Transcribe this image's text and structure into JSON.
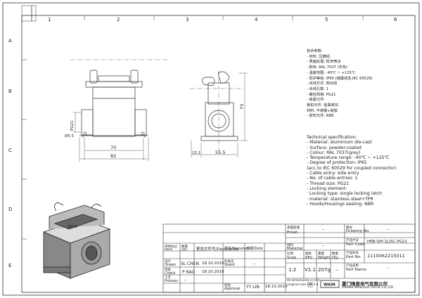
{
  "frame": {
    "columns_top": [
      "1",
      "2",
      "3",
      "4",
      "5",
      "6"
    ],
    "rows_side": [
      "A",
      "B",
      "C",
      "D",
      "E"
    ]
  },
  "dimensions": {
    "width_inner": "70",
    "width_outer": "82",
    "side_width": "55.5",
    "base_height": "15.1",
    "height": "73",
    "thread": "PG21",
    "hole": "Ø5.5"
  },
  "spec_cn": {
    "lines": [
      "技术参数:",
      "- 材料: 压铸铝",
      "- 表面处理: 粉末喷涂",
      "- 颜色: RAL 7037 (灰色)",
      "- 温度范围: -40℃ ~ +125℃",
      "- 防护等级: IP65 (锁键状态,IEC 60529)",
      "- 出线方式: 侧出线",
      "- 出线孔数: 1",
      "- 螺纹规格: PG21",
      "- 锁紧元件:",
      "    锁扣元件: 金属单扣",
      "    材料: 不锈钢+胶胶",
      "- 密封元件: NBR"
    ]
  },
  "spec_en": {
    "lines": [
      "Technical specification:",
      "- Material: aluminium die-cast",
      "- Surface: powder-coated",
      "- Colour: RAL 7037(grey)",
      "- Temperature range: -40℃ ~ +125℃",
      "- Degree of protection: IP65",
      "  (acc.to IEC 60529 for coupled connector)",
      "- Cable entry: side entry",
      "- No. of cable entries: 1",
      "- Thread size: PG21",
      "- Locking element:",
      "    · Locking type: single locking latch",
      "    · material: stainless steel+TPR",
      "- Hoods/Housings sealing: NBR"
    ]
  },
  "title_block": {
    "finish_cn": "表面处理",
    "finish_en": "Finish",
    "finish_value": "–",
    "material_cn": "材料",
    "material_en": "Material",
    "material_value": "–",
    "drawing_no_cn": "图号",
    "drawing_no_en": "Drawing No.",
    "drawing_no_value": "–",
    "part_code_cn": "产品代号",
    "part_code_en": "Part Code",
    "part_code_value": "H6B-SIH-1L/SC-PG21",
    "part_no_cn": "产品料号",
    "part_no_en": "Part No.",
    "part_no_value": "1110062215011",
    "part_name_cn": "产品名称",
    "part_name_en": "Part Name",
    "part_name_value": "–",
    "rev_cn": "修改标记",
    "rev_en": "Mark",
    "qty_cn": "数量",
    "qty_en": "Qty.",
    "change_doc_cn": "更改文件号/Description",
    "sign_cn": "签名/Signature",
    "date_cn": "日期/Date",
    "drawn_cn": "设计",
    "drawn_en": "Drawn",
    "drawn_name": "SL CHEN",
    "drawn_date": "18.10.2010",
    "check_cn": "审核",
    "check_en": "Check",
    "check_name": "P RAO",
    "check_date": "18.10.2010",
    "process_cn": "工艺",
    "process_en": "Process",
    "process_name": "–",
    "stand_cn": "标准化",
    "stand_en": "Stand",
    "stand_value": "–",
    "approval_cn": "批准",
    "approval_en": "Approval",
    "approval_name": "YY LIN",
    "approval_date": "18.10.2010",
    "scale_cn": "比例",
    "scale_en": "Scale",
    "scale_value": "1:2",
    "version_cn": "版本",
    "version_en": "REV.",
    "version_value": "V1.1",
    "weight_cn": "重量",
    "weight_en": "Weight",
    "weight_value": "207g",
    "qty_value": "–",
    "tolerance_line1": "All Dimensions in mm",
    "tolerance_line2": "Original Size DIN A 4",
    "company_cn": "厦门唯恩电气有限公司",
    "company_en": "XIAMEN WAIN ELECTRICAL CO.,LTD.",
    "logo_text": "WAIN"
  }
}
